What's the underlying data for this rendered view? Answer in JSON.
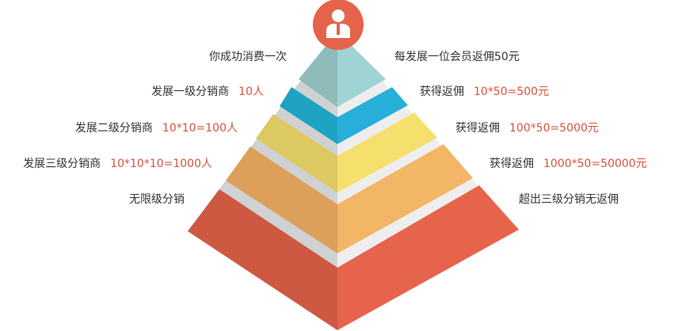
{
  "colors": {
    "accent": "#e5634b",
    "value_text": "#d9533f",
    "teal": "#a0d3d4",
    "blue": "#27afd9",
    "yellow": "#f5e06e",
    "orange": "#f3b566",
    "red": "#e6644b"
  },
  "avatar_icon": "user-icon",
  "left_labels": [
    {
      "text": "你成功消费一次",
      "value": ""
    },
    {
      "text": "发展一级分销商",
      "value": "10人"
    },
    {
      "text": "发展二级分销商",
      "value": "10*10=100人"
    },
    {
      "text": "发展三级分销商",
      "value": "10*10*10=1000人"
    },
    {
      "text": "无限级分销",
      "value": ""
    }
  ],
  "right_labels": [
    {
      "text": "每发展一位会员返佣50元",
      "value": ""
    },
    {
      "text": "获得返佣",
      "value": "10*50=500元"
    },
    {
      "text": "获得返佣",
      "value": "100*50=5000元"
    },
    {
      "text": "获得返佣",
      "value": "1000*50=50000元"
    },
    {
      "text": "超出三级分销无返佣",
      "value": ""
    }
  ]
}
